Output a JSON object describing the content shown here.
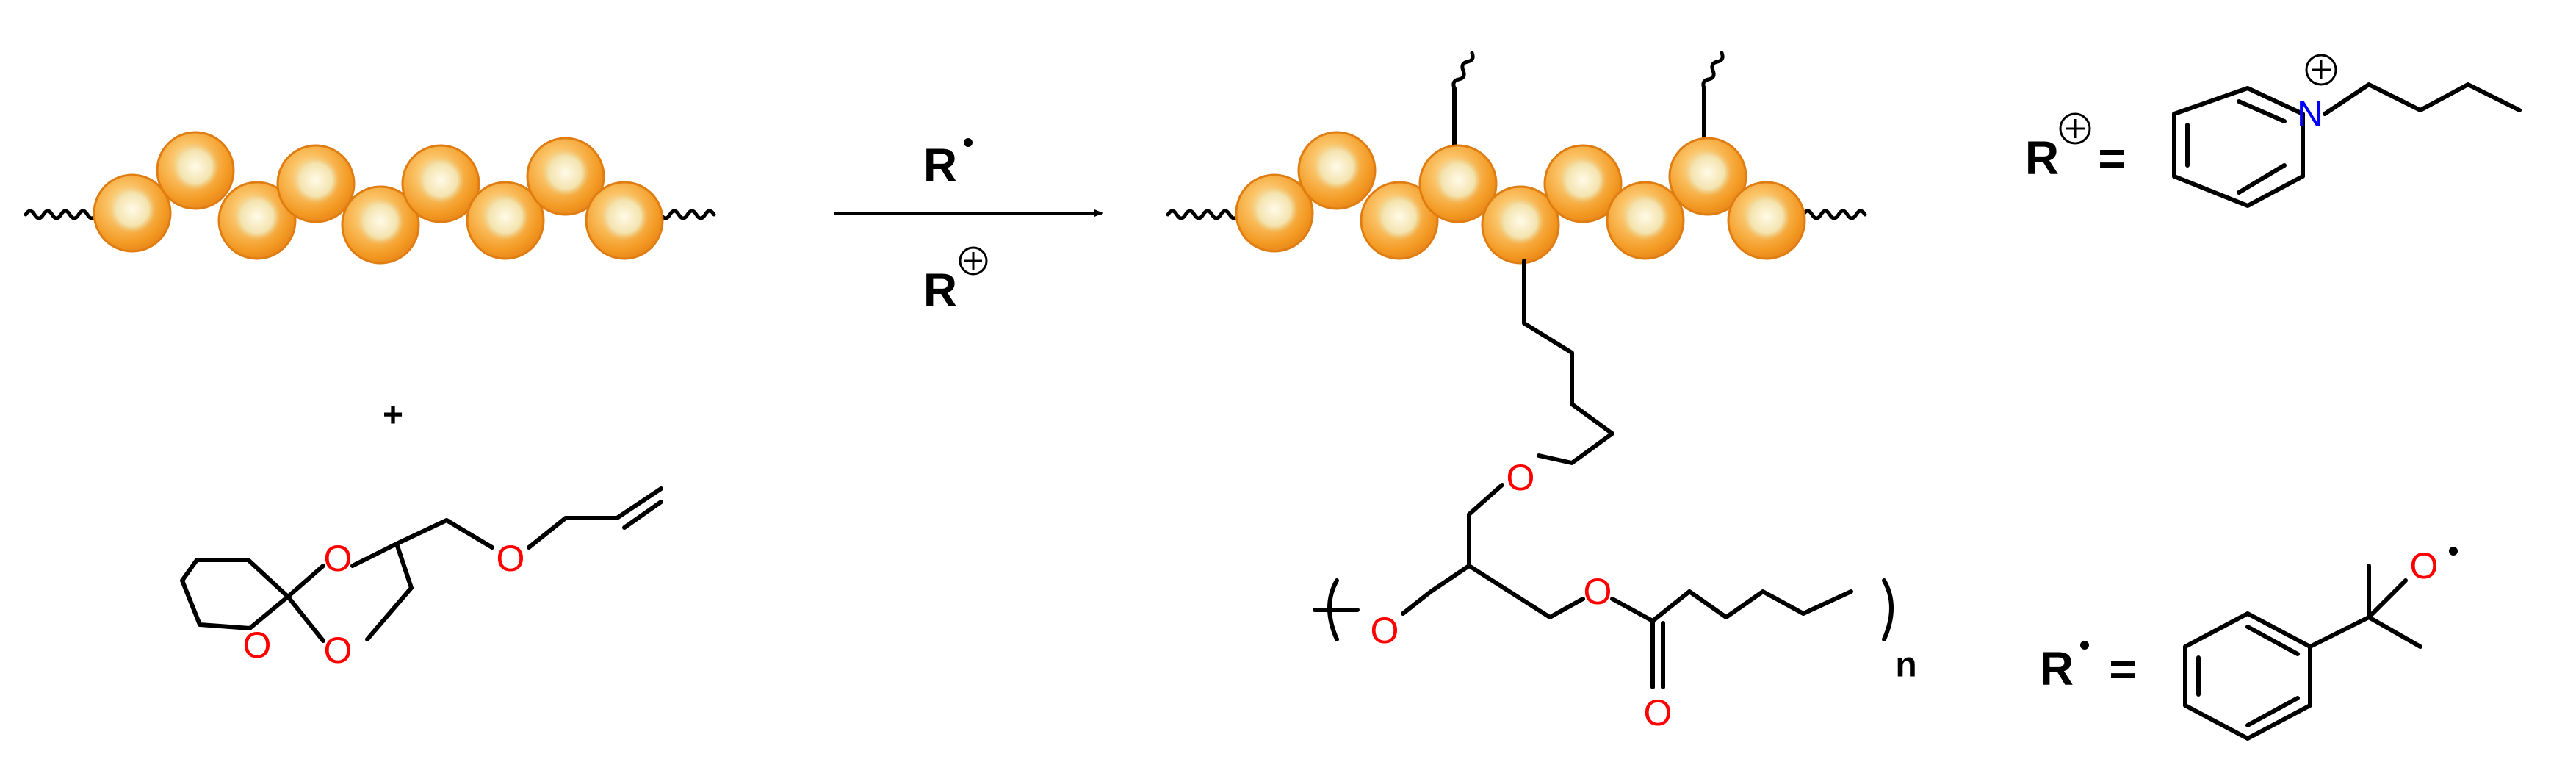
{
  "colors": {
    "bead": "#f39c2b",
    "bead_edge": "#e07d12",
    "bead_highlight": "#fff6cf",
    "oxygen": "#ff0000",
    "nitrogen": "#0000ff",
    "bond": "#000000"
  },
  "arrow": {
    "top_label": "R",
    "bottom_label": "R"
  },
  "plus_sign": "+",
  "reactant": {
    "ring_oxygens": [
      "O",
      "O",
      "O"
    ],
    "ether_oxygen": "O"
  },
  "product": {
    "ether_oxygen": "O",
    "backbone_oxygen": "O",
    "ester_oxygen": "O",
    "carbonyl_oxygen": "O",
    "repeat_subscript": "n"
  },
  "definitions": {
    "cation_label": "R",
    "cation_nitrogen": "N",
    "equals": "=",
    "radical_label": "R",
    "radical_oxygen": "O"
  }
}
